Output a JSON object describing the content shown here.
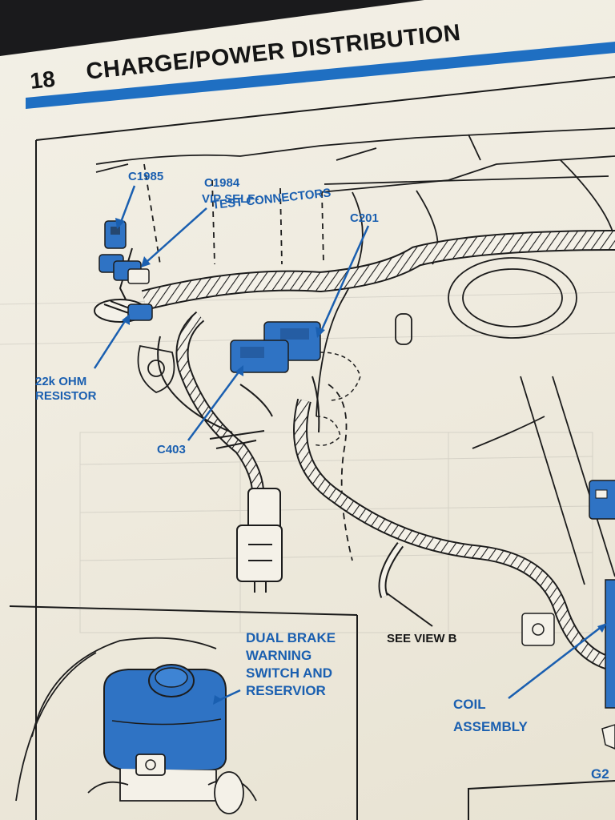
{
  "header": {
    "page_number": "18",
    "section_title": "CHARGE/POWER DISTRIBUTION"
  },
  "callouts": {
    "c1985": "C1985",
    "c1984": "C1984",
    "vip_line1": "VIP SELF-",
    "vip_line2": "TEST CONNECTORS",
    "c201": "C201",
    "resistor_line1": "22k OHM",
    "resistor_line2": "RESISTOR",
    "c403": "C403",
    "see_view_b": "SEE VIEW B",
    "brake_line1": "DUAL BRAKE",
    "brake_line2": "WARNING",
    "brake_line3": "SWITCH AND",
    "brake_line4": "RESERVIOR",
    "coil_line1": "COIL",
    "coil_line2": "ASSEMBLY",
    "g2": "G2"
  },
  "colors": {
    "callout_blue": "#1a5fb0",
    "component_blue": "#2f73c4",
    "band_blue": "#1f6fc2",
    "ink": "#151515",
    "paper": "#efebdf"
  }
}
